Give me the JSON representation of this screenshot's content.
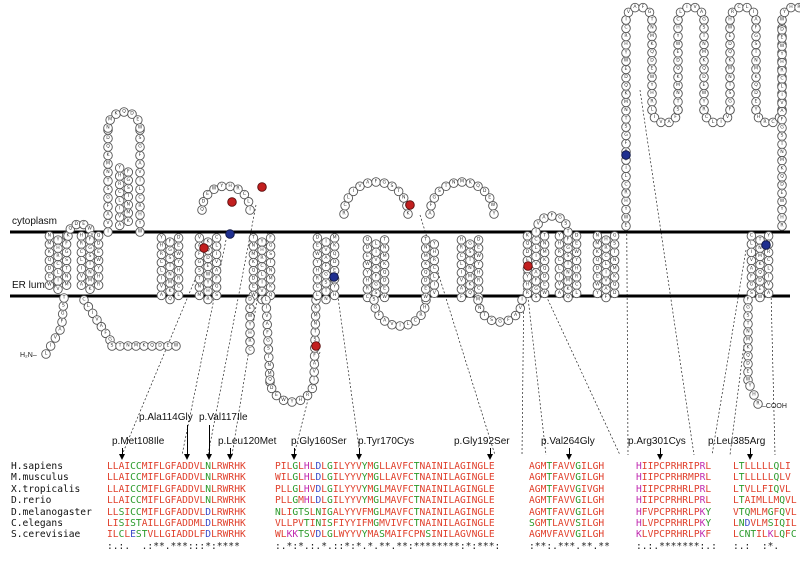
{
  "compartments": {
    "cytoplasm": "cytoplasm",
    "lumen": "ER lumen"
  },
  "termini": {
    "n": "H₂N–",
    "c": "–COOH"
  },
  "mutations": [
    "p.Met108Ile",
    "p.Ala114Gly",
    "p.Val117Ile",
    "p.Leu120Met",
    "p.Gly160Ser",
    "p.Tyr170Cys",
    "p.Gly192Ser",
    "p.Val264Gly",
    "p.Arg301Cys",
    "p.Leu385Arg"
  ],
  "alignment": {
    "species": [
      "H.sapiens",
      "M.musculus",
      "X.tropicalis",
      "D.rerio",
      "D.melanogaster",
      "C.elegans",
      "S.cerevisiae"
    ],
    "blocks": [
      [
        "LLAICCMIFLGFADDVLNLRWRHK",
        "LLAICCMIFLGFADDVLNLRWRHK",
        "LLAICCMIFLGFADDVLNLRWRHK",
        "LLAICCMIFLGFADDVLNLRWRHK",
        "LLSICCMIFLGFADDVLDLRWRHK",
        "LISISTAILLGFADDMLDLRWRHK",
        "ILCLESTVLLGIADDLFDLRWRHK"
      ],
      [
        "PILGLHLDLGILYYVYMGLLAVFCTNAINILAGINGLE",
        "WILGLHLDLGILYYVYMGLLAVFCTNAINILAGINGLE",
        "PLLGLHVDLGILYYVYMGLMAVFCTNAINILAGINGLE",
        "PLLGMHLDLGILYYVYMGLMAVFCTNAINILAGINGLE",
        "NLIGTSLNIGALYYVFMGLMAVFCTNAINILAGINGLE",
        "VLLPVTINISFIYYIFMGMVIVFCTNAINILAGINGLE",
        "WLKKTSVDLGLWYYVYMASMAIFCPNSINILAGVNGLE"
      ],
      [
        "AGMTFAVVGILGH",
        "AGMTFAVVGILGH",
        "AGMTFAVVGIVGH",
        "AGMTFAVVGILGH",
        "AGMTFAVVGILGH",
        "SGMTLAVVSILGH",
        "AGMVFAVVGILGH"
      ],
      [
        "HIIPCPRHRIPRL",
        "HIIPCPRHRMPRL",
        "HIIPCPRHRLPRL",
        "HIIPCPRHRLPRL",
        "HFVPCPRHRLPKY",
        "HLVPCPRHRLPKY",
        "KLVPCPRHRLPKF"
      ],
      [
        "LTLLLLLQLI",
        "LTLLLLLQLV",
        "LTVLLFIQVL",
        "LTAIMLLMQVL",
        "VTQMLMGFQVL",
        "LNDVLMSIQIL",
        "LCNTILKLQFC"
      ]
    ],
    "conservation": [
      ":.:.  .:**.***:::*:****",
      ":.*:*.:.*.::*:*.*.**.**:********:*:***:",
      ":**:.***.**.**",
      ":.:.*******:.:",
      ":.:  :*."
    ]
  }
}
